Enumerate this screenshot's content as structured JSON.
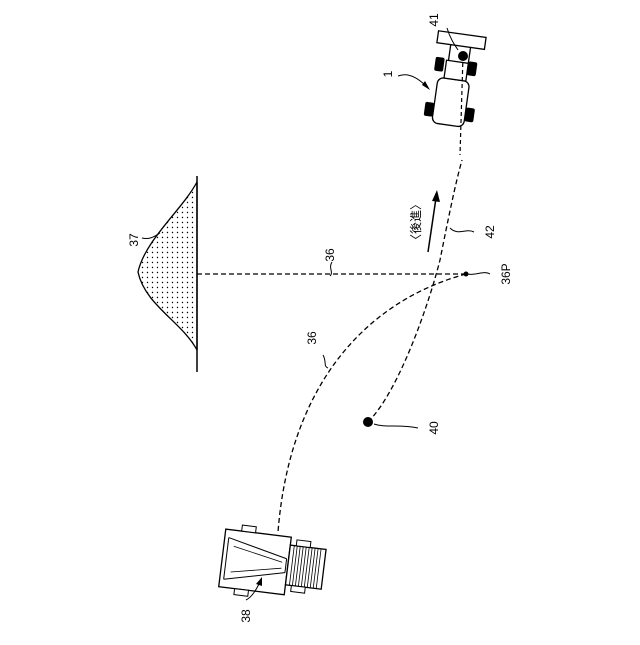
{
  "labels": {
    "loader": "1",
    "pile": "37",
    "path_straight": "36",
    "path_curve": "36",
    "branch_point": "36P",
    "reverse_path": "42",
    "turn_point": "40",
    "dump_truck": "38",
    "loader_target": "41",
    "direction": "〈後進〉"
  }
}
